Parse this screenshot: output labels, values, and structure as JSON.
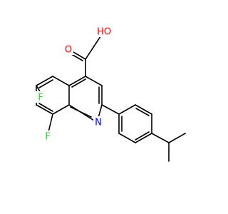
{
  "molecule": {
    "colors": {
      "bond": "#000000",
      "oxygen": "#ff0000",
      "nitrogen": "#0000ff",
      "fluorine": "#33cc33",
      "background": "#ffffff"
    },
    "labels": {
      "hydroxyl_oxygen": "O",
      "hydroxyl_hydrogen": "H",
      "carbonyl_oxygen": "O",
      "ring_nitrogen": "N",
      "fluorine_6": "F",
      "fluorine_8": "F"
    }
  }
}
